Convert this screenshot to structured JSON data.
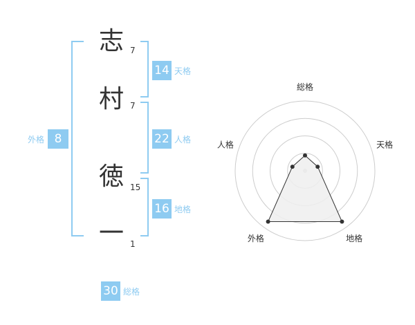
{
  "name": {
    "characters": [
      {
        "char": "志",
        "strokes": "7"
      },
      {
        "char": "村",
        "strokes": "7"
      },
      {
        "char": "徳",
        "strokes": "15"
      },
      {
        "char": "一",
        "strokes": "1"
      }
    ]
  },
  "kakusu": {
    "tenkaku": {
      "value": "14",
      "label": "天格"
    },
    "jinkaku": {
      "value": "22",
      "label": "人格"
    },
    "chikaku": {
      "value": "16",
      "label": "地格"
    },
    "gaikaku": {
      "value": "8",
      "label": "外格"
    },
    "soukaku": {
      "value": "30",
      "label": "総格"
    }
  },
  "chart_data": {
    "type": "radar",
    "axes": [
      "総格",
      "天格",
      "地格",
      "外格",
      "人格"
    ],
    "values": [
      30,
      14,
      16,
      8,
      22
    ],
    "relative_levels": [
      0.22,
      0.19,
      0.9,
      0.9,
      0.19
    ],
    "rings": 4,
    "fill_color": "#eeeeee",
    "line_color": "#333333",
    "ring_color": "#cccccc"
  },
  "colors": {
    "accent": "#8ecbf1",
    "text": "#333333"
  }
}
